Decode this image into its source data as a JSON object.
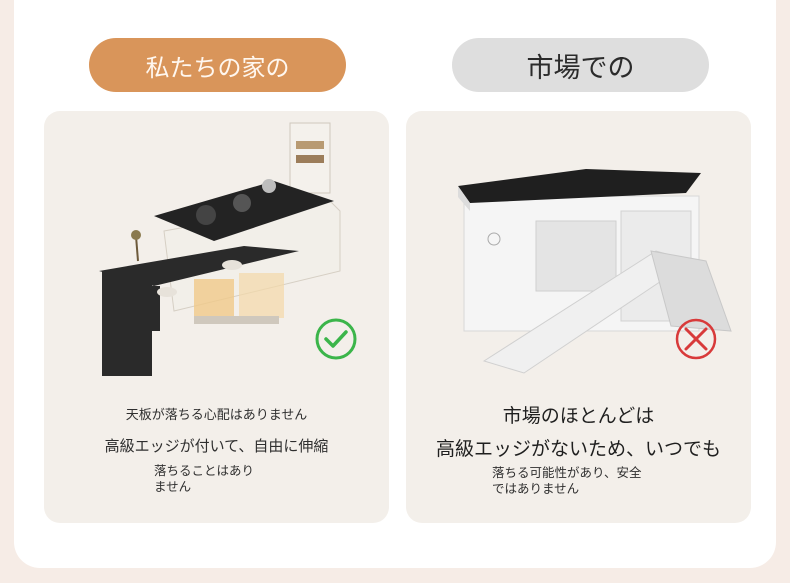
{
  "left_panel": {
    "tag_label": "私たちの家の",
    "line1": "天板が落ちる心配はありません",
    "line2": "高級エッジが付いて、自由に伸縮",
    "line3": "落ちることはあり\nません",
    "status_icon": "check-circle-icon",
    "status_color": "#3bb54a"
  },
  "right_panel": {
    "tag_label": "市場での",
    "line1": "市場のほとんどは",
    "line2": "高級エッジがないため、いつでも",
    "line3": "落ちる可能性があり、安全\nではありません",
    "status_icon": "cross-circle-icon",
    "status_color": "#d83a3a"
  },
  "colors": {
    "accent": "#d9955a",
    "pill_gray": "#dedede",
    "card_bg": "#f3efea"
  }
}
